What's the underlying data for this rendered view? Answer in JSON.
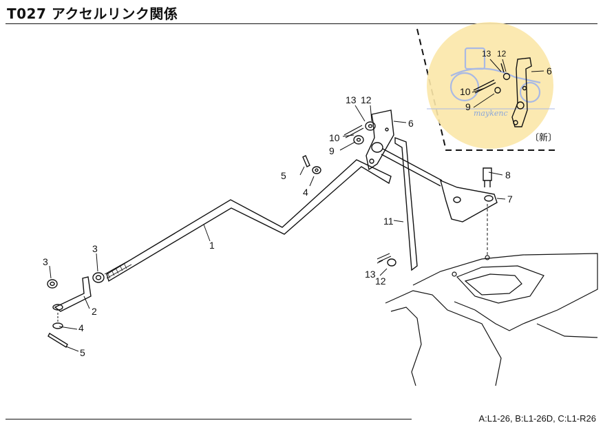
{
  "header": {
    "title": "T027 アクセルリンク関係"
  },
  "footer": {
    "models": "A:L1-26, B:L1-26D, C:L1-R26"
  },
  "callouts": {
    "p1": "1",
    "p2": "2",
    "p3a": "3",
    "p3b": "3",
    "p4a": "4",
    "p4b": "4",
    "p5a": "5",
    "p5b": "5",
    "p6": "6",
    "p7": "7",
    "p8": "8",
    "p9": "9",
    "p10": "10",
    "p11": "11",
    "p12a": "12",
    "p12b": "12",
    "p13a": "13",
    "p13b": "13"
  },
  "inset": {
    "new_tag": "〔新〕",
    "p6": "6",
    "p9": "9",
    "p10": "10",
    "p12": "12",
    "p13": "13"
  },
  "watermark": {
    "text": "maykenc",
    "color": "#fbe7a8"
  }
}
